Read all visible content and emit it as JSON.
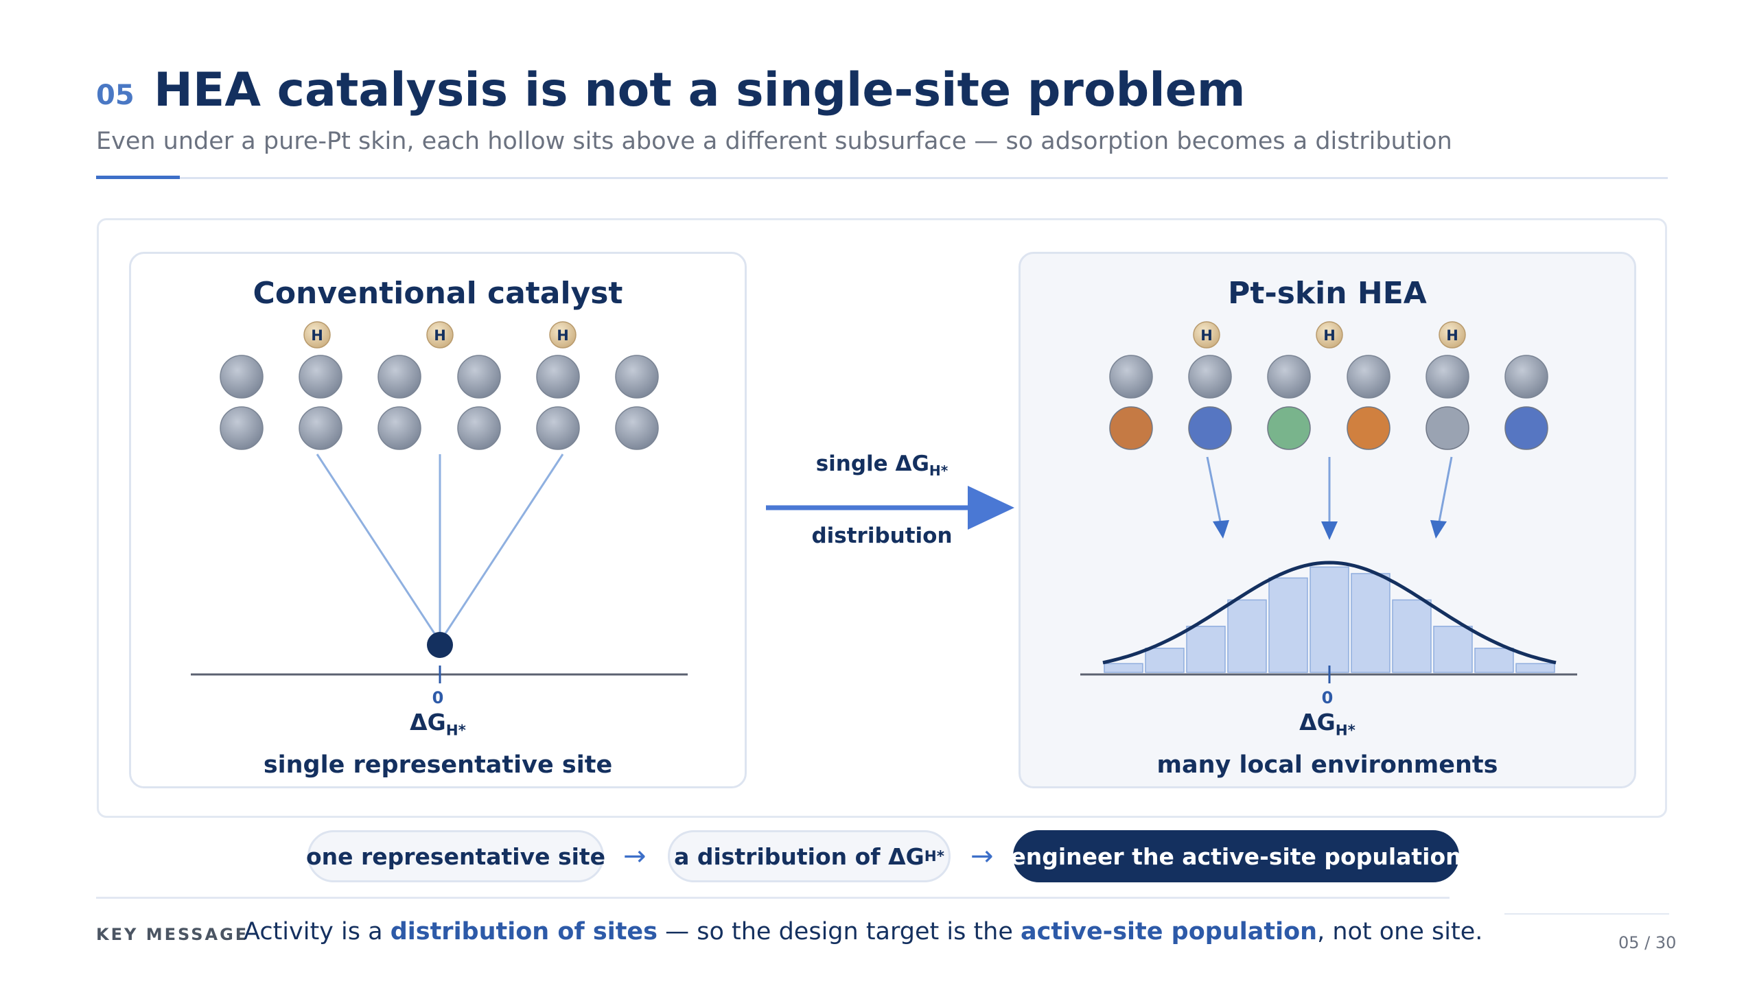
{
  "header": {
    "number": "05",
    "title": "HEA catalysis is not a single-site problem",
    "subtitle": "Even under a pure-Pt skin, each hollow sits above a different subsurface — so adsorption becomes a distribution"
  },
  "left_panel": {
    "title": "Conventional catalyst",
    "adsorbate_label": "H",
    "zero_label": "0",
    "axis_symbol": "ΔG",
    "axis_subscript": "H*",
    "caption": "single representative site",
    "colors": {
      "surface": "#9aa3b2",
      "subsurface": "#9aa3b2",
      "adsorbate": "#e6cfa6",
      "marker": "#14305f"
    }
  },
  "right_panel": {
    "title": "Pt-skin HEA",
    "adsorbate_label": "H",
    "zero_label": "0",
    "axis_symbol": "ΔG",
    "axis_subscript": "H*",
    "caption": "many local environments",
    "subsurface_colors": [
      "#c57a44",
      "#5676c2",
      "#79b48c",
      "#d0803f",
      "#9aa3b2",
      "#5676c2"
    ],
    "histogram": [
      0.08,
      0.22,
      0.42,
      0.66,
      0.86,
      0.96,
      0.9,
      0.66,
      0.42,
      0.22,
      0.08
    ]
  },
  "middle": {
    "top_label_prefix": "single ",
    "top_symbol": "ΔG",
    "top_subscript": "H*",
    "bottom_label": "distribution"
  },
  "flow": {
    "step1": "one representative site",
    "step2_prefix": "a distribution of ",
    "step2_symbol": "ΔG",
    "step2_subscript": "H*",
    "step3": "engineer the active-site population",
    "arrow": "→"
  },
  "key_message": {
    "label": "KEY MESSAGE",
    "part1": "Activity is a ",
    "em1": "distribution of sites",
    "part2": " — so the design target is the ",
    "em2": "active-site population",
    "part3": ", not one site."
  },
  "page": "05 / 30"
}
